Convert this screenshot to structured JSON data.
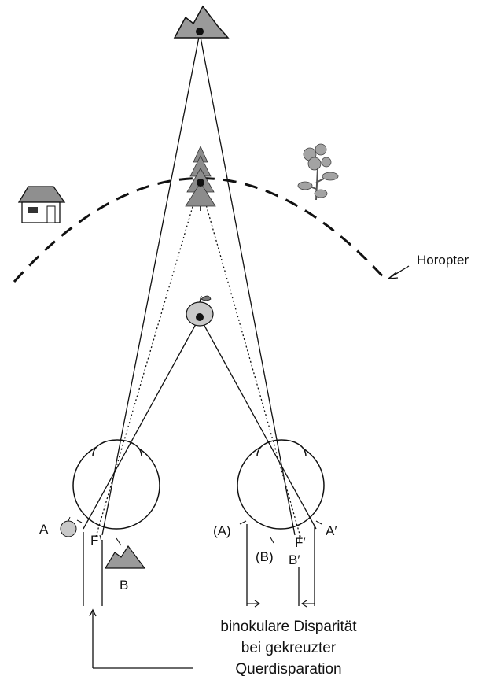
{
  "labels": {
    "horopter": "Horopter",
    "a_left": "A",
    "f_left": "F",
    "b_left": "B",
    "a_right_paren": "(A)",
    "b_right_paren": "(B)",
    "f_right": "F′",
    "b_right": "B′",
    "a_right": "A′"
  },
  "caption": {
    "line1": "binokulare Disparität",
    "line2": "bei gekreuzter",
    "line3": "Querdisparation"
  },
  "icons": [
    "mountain-icon",
    "tree-icon",
    "apple-icon",
    "house-icon",
    "flower-plant-icon"
  ]
}
